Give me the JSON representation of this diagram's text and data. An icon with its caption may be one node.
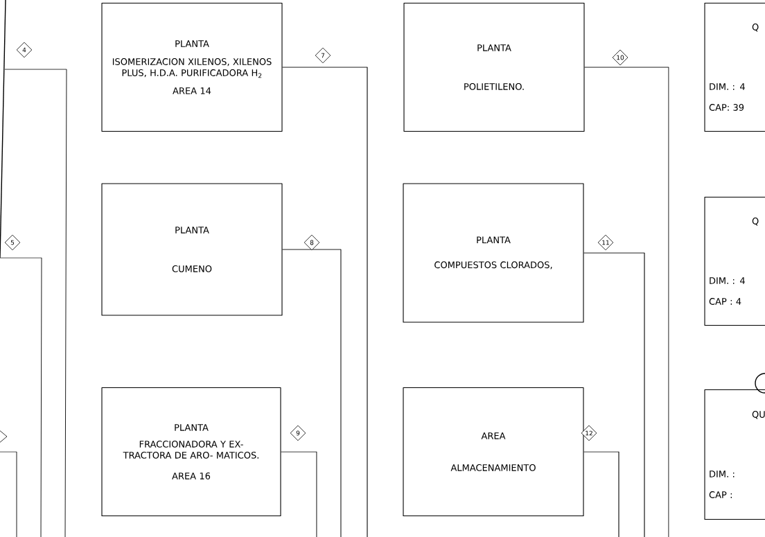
{
  "diagram": {
    "nodes": [
      {
        "text": [
          "PLANTA",
          "ISOMERIZACION XILENOS, XILENOS PLUS, H.D.A. PURIFICADORA H$_{2}$",
          "AREA 14"
        ]
      },
      {
        "text": [
          "PLANTA",
          "POLIETILENO."
        ]
      },
      {
        "text": [
          "Q",
          "DIM. : 4",
          "CAP: 39"
        ]
      },
      {
        "text": [
          "PLANTA",
          "CUMENO"
        ]
      },
      {
        "text": [
          "PLANTA",
          "COMPUESTOS CLORADOS,"
        ]
      },
      {
        "text": [
          "Q",
          "DIM. : 4",
          "CAP : 4"
        ]
      },
      {
        "text": [
          "PLANTA",
          "FRACCIONADORA Y EX- TRACTORA DE ARO- MATICOS.",
          "AREA 16"
        ]
      },
      {
        "text": [
          "AREA",
          "ALMACENAMIENTO"
        ]
      },
      {
        "text": [
          "QU",
          "DIM. :",
          "CAP :"
        ]
      }
    ],
    "edges": [
      {
        "from": 0,
        "to": null,
        "arrow": "none",
        "label": "7"
      },
      {
        "from": 3,
        "to": null,
        "arrow": "none",
        "label": "8"
      },
      {
        "from": 6,
        "to": null,
        "arrow": "none",
        "label": "9"
      },
      {
        "from": 1,
        "to": null,
        "arrow": "none",
        "label": "10"
      },
      {
        "from": 4,
        "to": null,
        "arrow": "none",
        "label": "11"
      },
      {
        "from": 7,
        "to": null,
        "arrow": "none",
        "label": "12"
      }
    ],
    "labels": [
      "4",
      "5"
    ]
  }
}
